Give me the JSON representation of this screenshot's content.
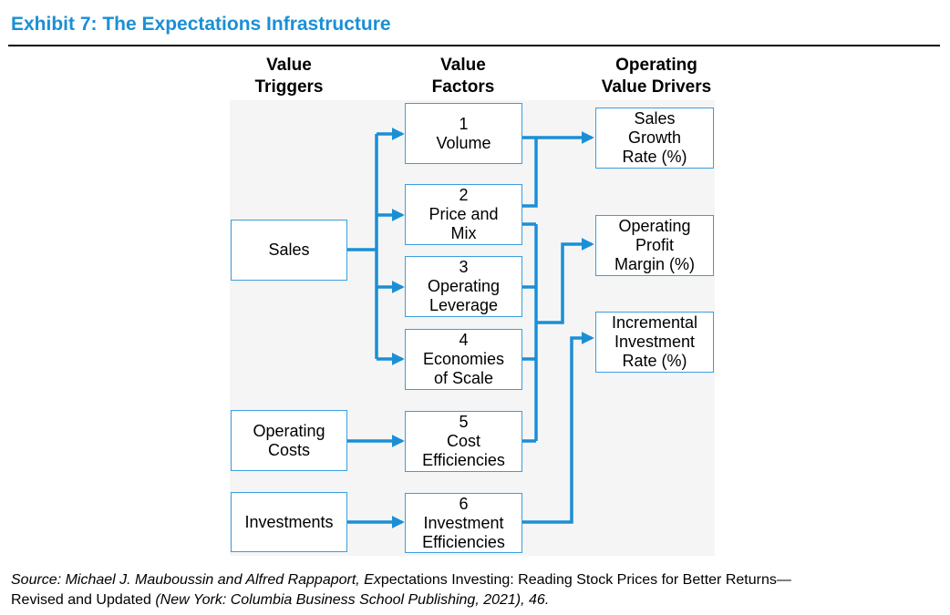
{
  "title": "Exhibit 7: The Expectations Infrastructure",
  "columns": {
    "triggers": [
      "Value",
      "Triggers"
    ],
    "factors": [
      "Value",
      "Factors"
    ],
    "drivers": [
      "Operating",
      "Value Drivers"
    ]
  },
  "triggers": [
    {
      "lines": [
        "Sales"
      ]
    },
    {
      "lines": [
        "Operating",
        "Costs"
      ]
    },
    {
      "lines": [
        "Investments"
      ]
    }
  ],
  "factors": [
    {
      "lines": [
        "1",
        "Volume"
      ]
    },
    {
      "lines": [
        "2",
        "Price and",
        "Mix"
      ]
    },
    {
      "lines": [
        "3",
        "Operating",
        "Leverage"
      ]
    },
    {
      "lines": [
        "4",
        "Economies",
        "of Scale"
      ]
    },
    {
      "lines": [
        "5",
        "Cost",
        "Efficiencies"
      ]
    },
    {
      "lines": [
        "6",
        "Investment",
        "Efficiencies"
      ]
    }
  ],
  "drivers": [
    {
      "lines": [
        "Sales",
        "Growth",
        "Rate (%)"
      ]
    },
    {
      "lines": [
        "Operating",
        "Profit",
        "Margin (%)"
      ]
    },
    {
      "lines": [
        "Incremental",
        "Investment",
        "Rate (%)"
      ]
    }
  ],
  "arrow_color": "#1a8fd6",
  "source": {
    "part1": "Source: Michael J. Mauboussin and Alfred Rappaport, Ex",
    "part2": "pectations Investing: Reading Stock Prices for Better Returns—",
    "part3": "Revised and Updated ",
    "part4": "(New York: Columbia Business School Publishing, 2021), 46."
  }
}
